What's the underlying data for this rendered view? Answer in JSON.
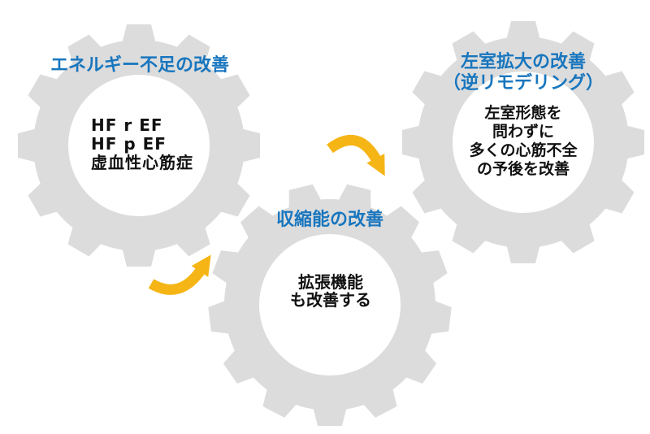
{
  "diagram": {
    "description_colors": {
      "gear_gray": "#dcdcdc",
      "title_blue": "#1876be",
      "body_black": "#111111",
      "arrow_yellow": "#f5b515",
      "background": "#ffffff"
    },
    "gears": {
      "left": {
        "title": "エネルギー不足の改善",
        "lines": [
          "HF r EF",
          "HF p EF",
          "虚血性心筋症"
        ]
      },
      "middle": {
        "title": "収縮能の改善",
        "lines": [
          "拡張機能",
          "も改善する"
        ]
      },
      "right": {
        "title_line1": "左室拡大の改善",
        "title_line2": "（逆リモデリング）",
        "lines": [
          "左室形態を",
          "問わずに",
          "多くの心筋不全",
          "の予後を改善"
        ]
      }
    },
    "arrows": {
      "left_to_middle": "curved-arrow-up-right",
      "middle_to_right": "curved-arrow-over-down-right"
    }
  }
}
